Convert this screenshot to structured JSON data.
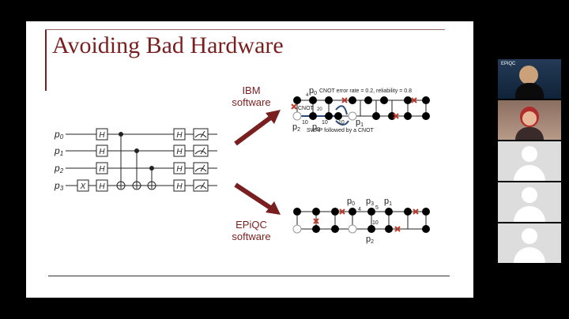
{
  "slide": {
    "title": "Avoiding Bad Hardware",
    "ibm_label_line1": "IBM",
    "ibm_label_line2": "software",
    "epiqc_label_line1": "EPiQC",
    "epiqc_label_line2": "software"
  },
  "circuit": {
    "qubits": [
      "p0",
      "p1",
      "p2",
      "p3"
    ],
    "gate_h": "H",
    "gate_x": "X"
  },
  "ibm_diagram": {
    "error_note": "CNOT error rate = 0.2, reliability = 0.8",
    "swap_note": "SWAP followed by a CNOT",
    "cnot_label": "CNOT",
    "p0": "p0",
    "p1": "p1",
    "p2": "p2",
    "p3": "p3",
    "w20": "20",
    "w10a": "10",
    "w10b": "10",
    "w10c": "10",
    "w4": "4"
  },
  "epiqc_diagram": {
    "p0": "p0",
    "p1": "p1",
    "p2": "p2",
    "p3": "p3",
    "w4": "4",
    "w5": "5",
    "w10": "10"
  },
  "video": {
    "tile1_label": "EPiQC"
  },
  "colors": {
    "title": "#7a1f1f",
    "arrow": "#7a1f1f",
    "error_x": "#c0392b",
    "swap_blue": "#2d4a7a"
  }
}
